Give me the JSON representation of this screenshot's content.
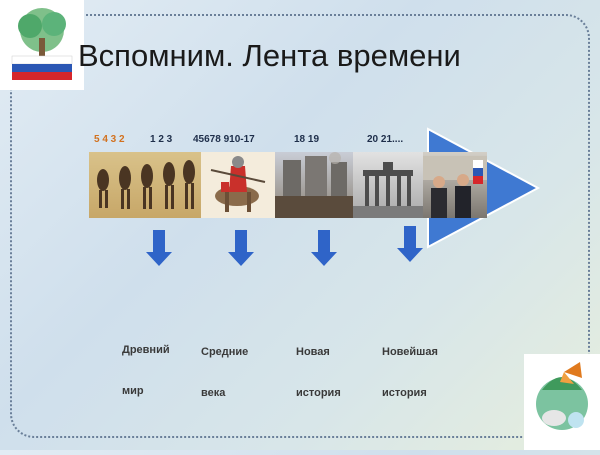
{
  "slide": {
    "title": "Вспомним. Лента времени"
  },
  "timeline": {
    "tick_groups": [
      {
        "text": "5  4  3  2",
        "color": "#d2711f"
      },
      {
        "text": "1  2  3",
        "color": "#1e2e4a"
      },
      {
        "text": "45678 910-17",
        "color": "#1e2e4a"
      },
      {
        "text": "18  19",
        "color": "#1e2e4a"
      },
      {
        "text": "20 21....",
        "color": "#1e2e4a"
      }
    ],
    "eras": [
      {
        "line1": "Древний",
        "line2": "мир"
      },
      {
        "line1": "Средние",
        "line2": "века"
      },
      {
        "line1": "Новая",
        "line2": "история"
      },
      {
        "line1": "Новейшая",
        "line2": "история"
      }
    ],
    "images": [
      {
        "name": "evolution-of-man-image"
      },
      {
        "name": "medieval-knight-image"
      },
      {
        "name": "storming-of-bastille-image"
      },
      {
        "name": "brandenburg-gate-image"
      },
      {
        "name": "modern-politicians-image"
      }
    ]
  },
  "colors": {
    "accent_blue": "#2f64c8",
    "arrow_blue": "#3f79d2",
    "frame_dots": "#6a7f99"
  }
}
